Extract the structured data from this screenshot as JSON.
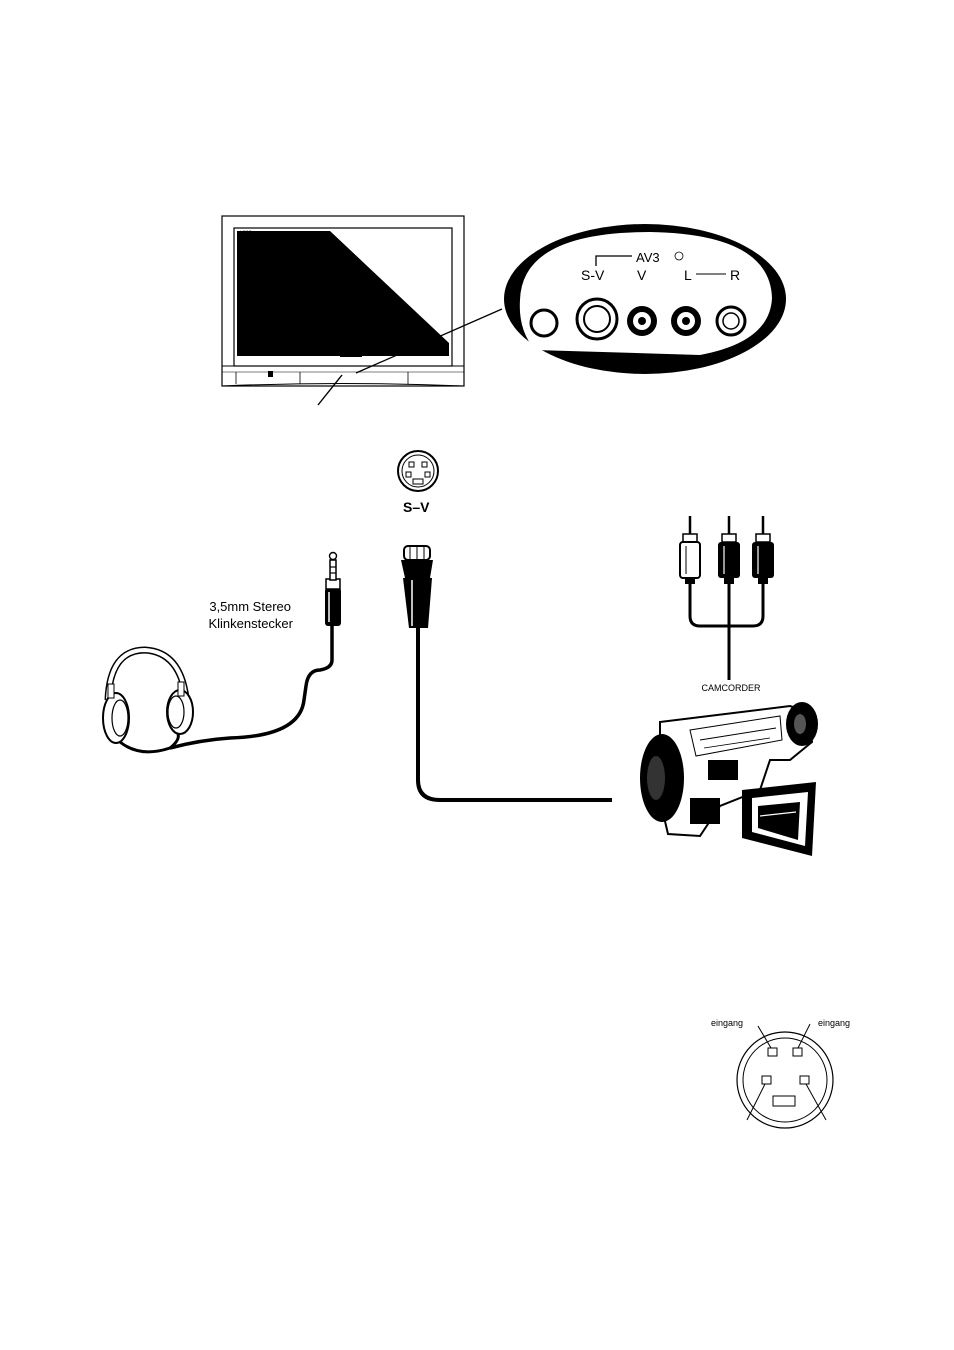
{
  "panel": {
    "group_label": "AV3",
    "jack_labels": [
      "S-V",
      "V",
      "L",
      "R"
    ]
  },
  "svideo_label": "S–V",
  "headphone_plug": {
    "line1": "3,5mm Stereo",
    "line2": "Klinkenstecker"
  },
  "camcorder_label": "CAMCORDER",
  "pin_diagram": {
    "left_label": "eingang",
    "right_label": "eingang"
  },
  "colors": {
    "ink": "#000000",
    "paper": "#ffffff",
    "screen": "#000000"
  }
}
